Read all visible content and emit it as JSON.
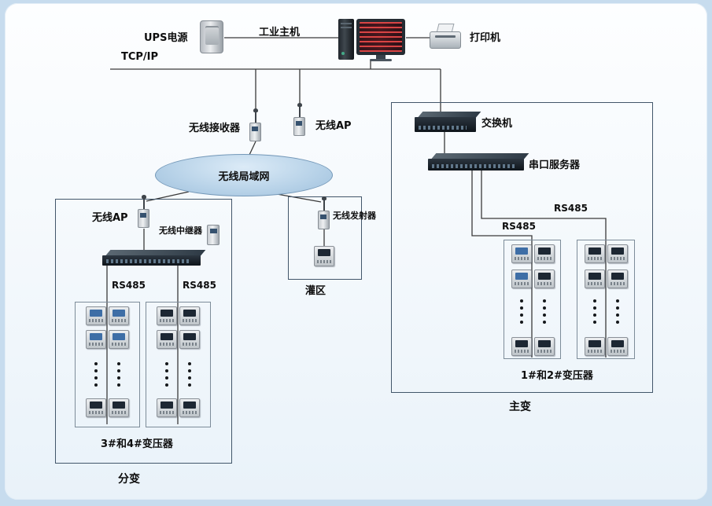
{
  "top_row": {
    "ups_label": "UPS电源",
    "host_label": "工业主机",
    "printer_label": "打印机",
    "tcpip_label": "TCP/IP"
  },
  "wireless_layer": {
    "receiver_label": "无线接收器",
    "ap_label": "无线AP",
    "wlan_label": "无线局域网"
  },
  "left_box": {
    "ap_label": "无线AP",
    "repeater_label": "无线中继器",
    "rs485_a": "RS485",
    "rs485_b": "RS485",
    "transformers_label": "3#和4#变压器",
    "caption": "分变"
  },
  "irrigation_box": {
    "transmitter_label": "无线发射器",
    "caption": "灌区"
  },
  "right_box": {
    "switch_label": "交换机",
    "serial_server_label": "串口服务器",
    "rs485_a": "RS485",
    "rs485_b": "RS485",
    "transformers_label": "1#和2#变压器",
    "caption": "主变"
  },
  "colors": {
    "background": "#c7dcee",
    "panel": "#f3f8fc",
    "wire": "#3a3a3a",
    "ellipse_fill": "#b7d2e8"
  }
}
